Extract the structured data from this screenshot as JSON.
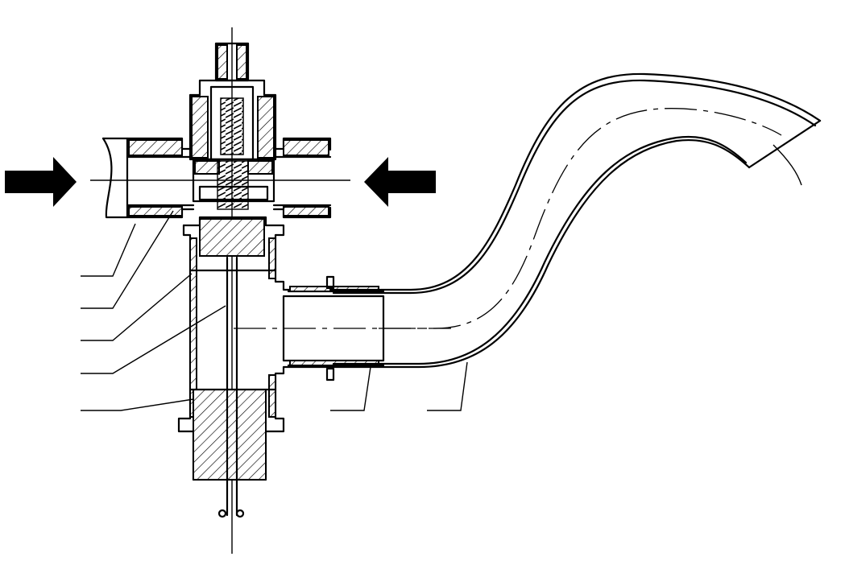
{
  "colors": {
    "line": "#000000",
    "background": "#ffffff"
  },
  "parts": [
    {
      "name": "left-inlet-arrow",
      "kind": "flow-arrow",
      "direction": "right"
    },
    {
      "name": "right-inlet-arrow",
      "kind": "flow-arrow",
      "direction": "left"
    },
    {
      "name": "thermostatic-cartridge",
      "kind": "valve-head"
    },
    {
      "name": "horizontal-inlet-pipe",
      "kind": "pipe"
    },
    {
      "name": "valve-body",
      "kind": "body"
    },
    {
      "name": "outlet-nipple",
      "kind": "pipe"
    },
    {
      "name": "curved-spout",
      "kind": "pipe"
    }
  ],
  "leaders": [
    {
      "name": "leader-1"
    },
    {
      "name": "leader-2"
    },
    {
      "name": "leader-3"
    },
    {
      "name": "leader-4"
    },
    {
      "name": "leader-5"
    },
    {
      "name": "leader-6"
    },
    {
      "name": "leader-7"
    }
  ]
}
